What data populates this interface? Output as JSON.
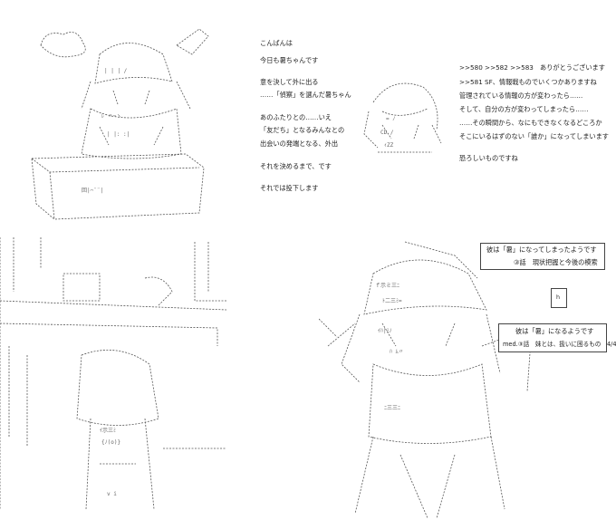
{
  "narration_left": [
    "こんばんは",
    "今日も暑ちゃんです",
    "意を決して外に出る",
    "……「偵察」を選んだ暑ちゃん",
    "あのふたりとの……いえ",
    "「友だち」となるみんなとの",
    "出会いの発端となる、外出",
    "それを決めるまで、です",
    "それでは投下します"
  ],
  "narration_right": [
    ">>580 >>582 >>583　ありがとうございます",
    ">>581 SF、情報戦ものでいくつかありますね",
    "管理されている情報の方が変わったら……",
    "そして、自分の方が変わってしまったら……",
    "……その瞬間から、なにもできなくなるどころか",
    "そこにいるはずのない「誰か」になってしまいます",
    "恐ろしいものですね"
  ],
  "panel_top": {
    "line1": "彼は「暑」になってしまったようです",
    "line2": "③話　現状把握と今後の模索"
  },
  "panel_small": {
    "label": "ｈ"
  },
  "panel_bottom": {
    "line1": "彼は「暑」になるようです",
    "line2": "med.③話　妹とは、扱いに困るもの　4/4"
  }
}
